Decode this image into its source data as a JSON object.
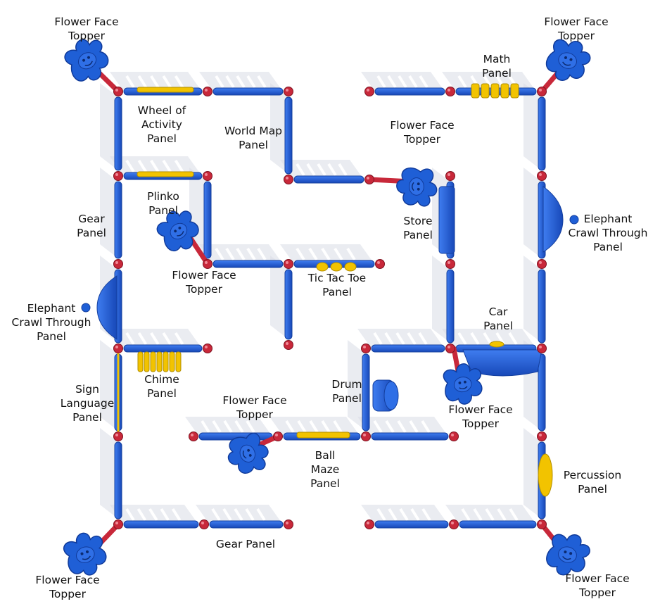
{
  "labels": {
    "flower_tl": "Flower Face\nTopper",
    "flower_tr": "Flower Face\nTopper",
    "math_panel": "Math\nPanel",
    "wheel_panel": "Wheel of\nActivity\nPanel",
    "world_map_panel": "World Map\nPanel",
    "flower_center_top": "Flower Face\nTopper",
    "store_panel": "Store\nPanel",
    "plinko_panel": "Plinko\nPanel",
    "gear_panel_left": "Gear\nPanel",
    "elephant_right": "Elephant\nCrawl Through\nPanel",
    "flower_center_left": "Flower Face\nTopper",
    "tic_tac_toe_panel": "Tic Tac Toe\nPanel",
    "elephant_left": "Elephant\nCrawl Through\nPanel",
    "car_panel": "Car\nPanel",
    "chime_panel": "Chime\nPanel",
    "drum_panel": "Drum\nPanel",
    "sign_language_panel": "Sign\nLanguage\nPanel",
    "flower_center_bottom": "Flower Face\nTopper",
    "flower_center_right": "Flower Face\nTopper",
    "ball_maze_panel": "Ball\nMaze\nPanel",
    "percussion_panel": "Percussion\nPanel",
    "gear_panel_bottom": "Gear Panel",
    "flower_bl": "Flower Face\nTopper",
    "flower_br": "Flower Face\nTopper"
  },
  "colors": {
    "panel_blue": "#1f5fd6",
    "panel_blue_dark": "#143f9e",
    "post_red": "#c8283a",
    "accent_yellow": "#f2c300",
    "shadow": "#d9dde6"
  }
}
